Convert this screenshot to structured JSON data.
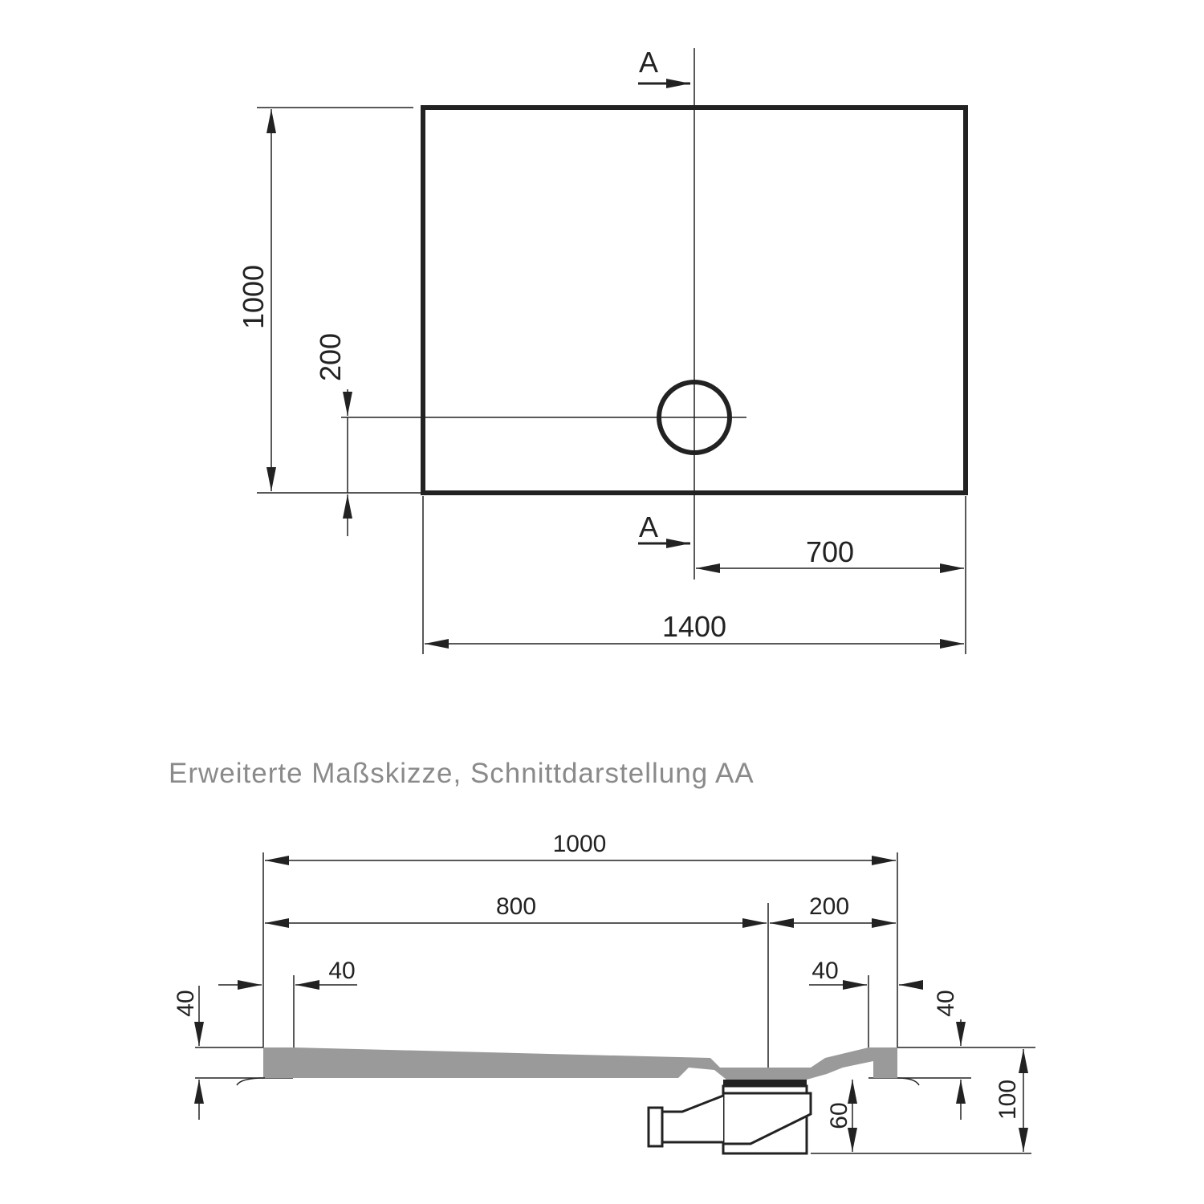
{
  "plan_view": {
    "section_marker_top": "A",
    "section_marker_bottom": "A",
    "dim_height": "1000",
    "dim_drain_offset_y": "200",
    "dim_drain_offset_x": "700",
    "dim_width": "1400"
  },
  "section_view": {
    "title": "Erweiterte Maßskizze, Schnittdarstellung AA",
    "dim_total": "1000",
    "dim_to_drain": "800",
    "dim_drain_to_edge": "200",
    "dim_left_rim": "40",
    "dim_right_rim": "40",
    "dim_left_height": "40",
    "dim_right_height": "40",
    "dim_drain_height": "60",
    "dim_total_height": "100"
  },
  "colors": {
    "line": "#222222",
    "section_fill": "#9a9a9b",
    "title": "#8a8a8a"
  }
}
